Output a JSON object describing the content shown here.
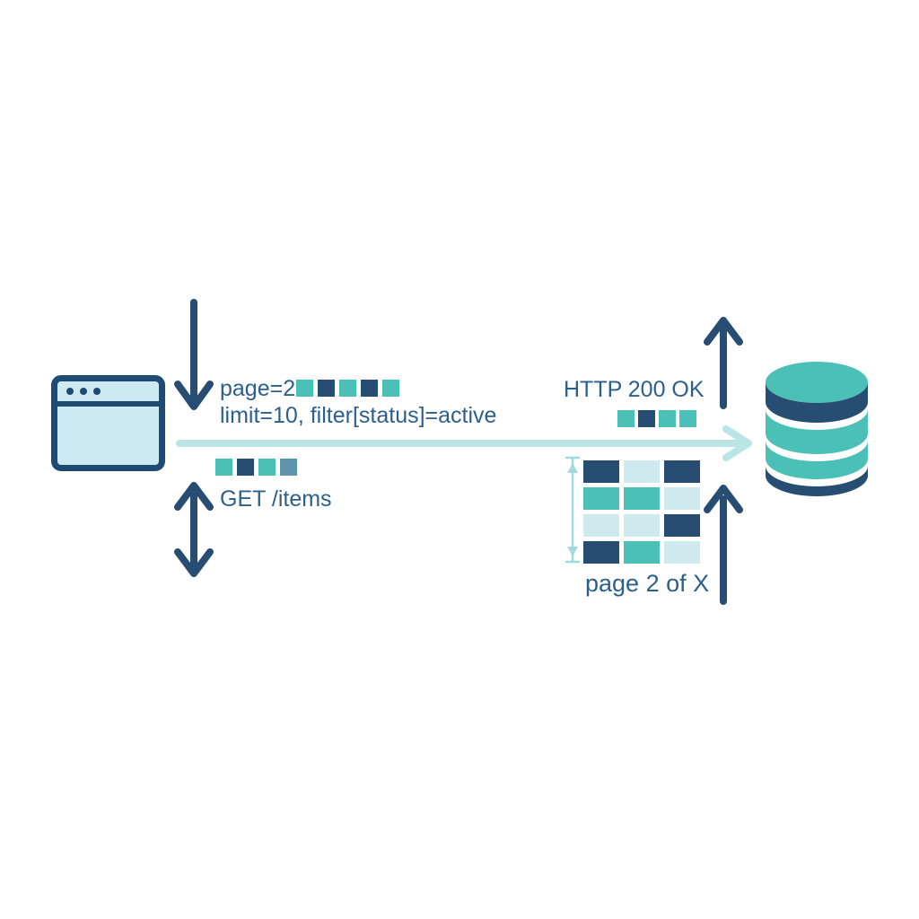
{
  "diagram": {
    "request": {
      "page_param": "page=2",
      "query_params": "limit=10, filter[status]=active",
      "method": "GET /items",
      "param_squares": [
        "teal",
        "navy",
        "teal",
        "navy",
        "teal"
      ],
      "payload_squares": [
        "teal",
        "navy",
        "teal",
        "steel"
      ]
    },
    "response": {
      "status": "HTTP 200 OK",
      "status_squares": [
        "teal",
        "navy",
        "teal",
        "teal"
      ],
      "page_indicator": "page 2 of X",
      "result_grid": [
        [
          "navy",
          "cyan",
          "navy"
        ],
        [
          "teal",
          "teal",
          "cyan"
        ],
        [
          "cyan",
          "cyan",
          "navy"
        ],
        [
          "navy",
          "teal",
          "cyan"
        ]
      ]
    },
    "colors": {
      "navy": "#274e72",
      "teal": "#4ac0b7",
      "cyan": "#cfeaee",
      "steel": "#5f94ad",
      "text": "#2d5f8d",
      "flow_arrow": "#b9e5e7",
      "dimension": "#9edcdd",
      "browser_fill": "#cde9f1",
      "browser_border": "#1d4b73"
    }
  }
}
